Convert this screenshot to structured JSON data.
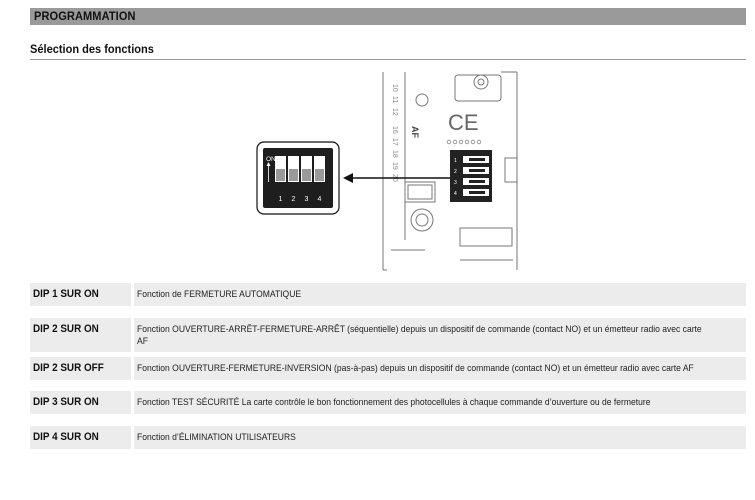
{
  "header": {
    "title": "PROGRAMMATION"
  },
  "section": {
    "title": "Sélection des fonctions"
  },
  "figure": {
    "switch_on_label": "ON",
    "switch_numbers": [
      "1",
      "2",
      "3",
      "4"
    ],
    "board_label": "AF",
    "ce_mark": "CE",
    "terminal_numbers": [
      "10",
      "11",
      "12",
      "16",
      "17",
      "18",
      "19",
      "20"
    ],
    "small_switch_numbers": [
      "1",
      "2",
      "3",
      "4"
    ]
  },
  "rows": [
    {
      "label": "DIP 1 SUR ON",
      "desc": "Fonction de FERMETURE AUTOMATIQUE"
    },
    {
      "label": "DIP 2 SUR ON",
      "desc": "Fonction OUVERTURE-ARRÊT-FERMETURE-ARRÊT (séquentielle) depuis un dispositif de commande (contact NO) et un émetteur radio avec carte AF"
    },
    {
      "label": "DIP 2 SUR OFF",
      "desc": "Fonction OUVERTURE-FERMETURE-INVERSION (pas-à-pas) depuis un dispositif de commande (contact NO) et un émetteur radio avec carte AF"
    },
    {
      "label": "DIP 3 SUR ON",
      "desc": "Fonction TEST SÉCURITÉ La carte contrôle le bon fonctionnement des photocellules à chaque commande d’ouverture ou de fermeture"
    },
    {
      "label": "DIP 4 SUR ON",
      "desc": "Fonction d’ÉLIMINATION UTILISATEURS"
    }
  ]
}
